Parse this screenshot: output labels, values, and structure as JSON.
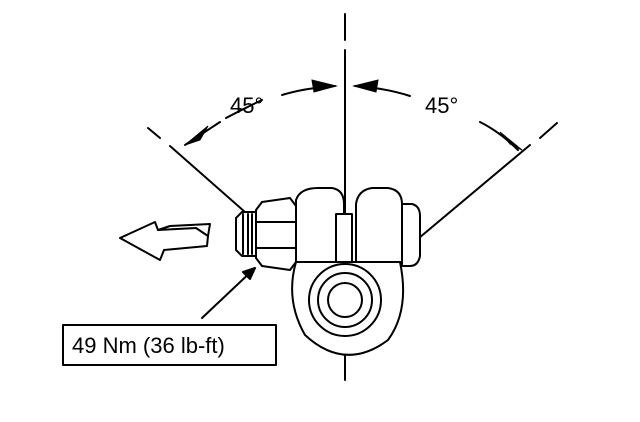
{
  "diagram": {
    "angle_left": {
      "label": "45°"
    },
    "angle_right": {
      "label": "45°"
    },
    "torque_callout": {
      "label": "49 Nm (36 lb-ft)"
    },
    "direction_arrow": {
      "icon": "arrow-left-icon"
    },
    "colors": {
      "line": "#000000",
      "background": "#ffffff"
    }
  }
}
